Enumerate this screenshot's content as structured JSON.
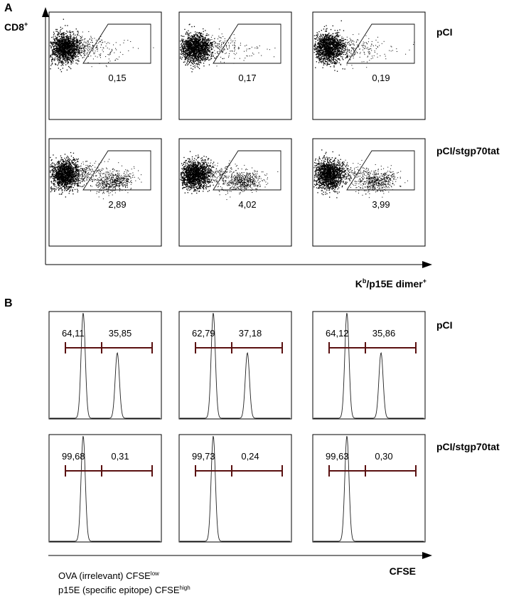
{
  "panel_a": {
    "letter": "A",
    "y_label": "CD8",
    "y_label_sup": "+",
    "x_label_pre": "K",
    "x_label_sup": "b",
    "x_label_post": "/p15E dimer",
    "x_label_sup2": "+",
    "row_labels": [
      "pCI",
      "pCI/stgp70tat"
    ]
  },
  "panel_b": {
    "letter": "B",
    "x_label": "CFSE",
    "row_labels": [
      "pCI",
      "pCI/stgp70tat"
    ],
    "legend": [
      {
        "text": "OVA  (irrelevant) CFSE",
        "sup": "low"
      },
      {
        "text": "p15E (specific epitope) CFSE",
        "sup": "high"
      }
    ]
  },
  "chart_data": [
    {
      "type": "scatter",
      "panel": "A",
      "xlabel": "Kb/p15E dimer+",
      "ylabel": "CD8+",
      "rows": [
        "pCI",
        "pCI/stgp70tat"
      ],
      "gate_percentages": [
        [
          "0,15",
          "0,17",
          "0,19"
        ],
        [
          "2,89",
          "4,02",
          "3,99"
        ]
      ]
    },
    {
      "type": "line",
      "panel": "B",
      "xlabel": "CFSE",
      "rows": [
        "pCI",
        "pCI/stgp70tat"
      ],
      "series": [
        {
          "name": "OVA  (irrelevant) CFSElow",
          "peak_percent": [
            [
              "64,11",
              "62,79",
              "64,12"
            ],
            [
              "99,68",
              "99,73",
              "99,63"
            ]
          ]
        },
        {
          "name": "p15E (specific epitope) CFSEhigh",
          "peak_percent": [
            [
              "35,85",
              "37,18",
              "35,86"
            ],
            [
              "0,31",
              "0,24",
              "0,30"
            ]
          ]
        }
      ]
    }
  ]
}
